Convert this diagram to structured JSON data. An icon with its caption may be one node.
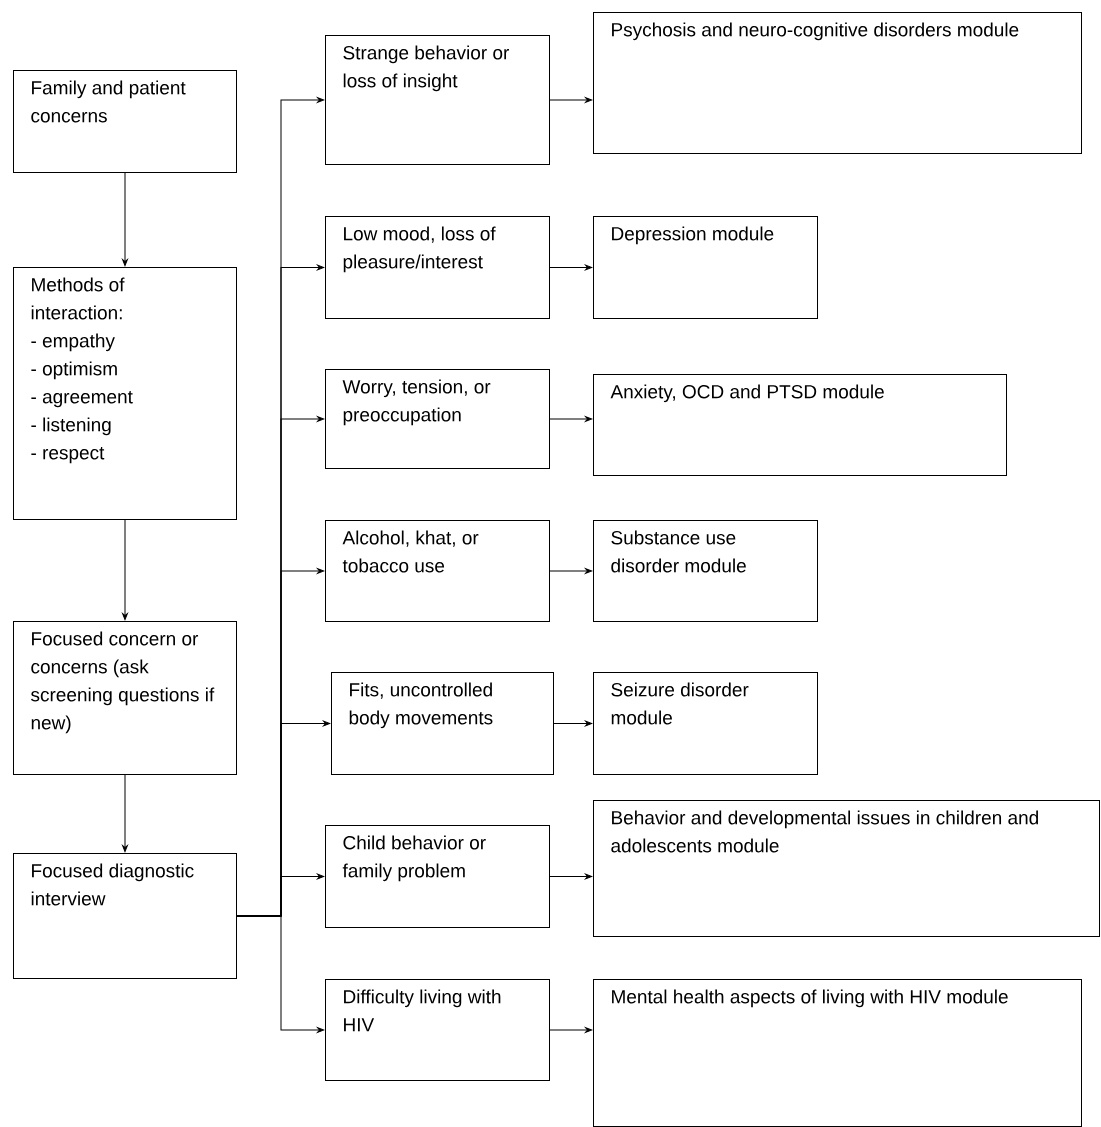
{
  "diagram": {
    "nodes": [
      {
        "text": [
          "Family and patient concerns"
        ]
      },
      {
        "text": [
          "Methods of interaction:",
          "- empathy",
          "- optimism",
          "- agreement",
          "- listening",
          "- respect"
        ]
      },
      {
        "text": [
          "Focused concern or concerns (ask screening questions if new)"
        ]
      },
      {
        "text": [
          "Focused diagnostic interview"
        ]
      },
      {
        "text": [
          "Strange behavior or loss of insight"
        ]
      },
      {
        "text": [
          "Psychosis and neuro-cognitive disorders module"
        ]
      },
      {
        "text": [
          "Low mood, loss of pleasure/interest"
        ]
      },
      {
        "text": [
          "Depression module"
        ]
      },
      {
        "text": [
          "Worry, tension, or preoccupation"
        ]
      },
      {
        "text": [
          "Anxiety, OCD and PTSD module"
        ]
      },
      {
        "text": [
          "Alcohol, khat, or tobacco use"
        ]
      },
      {
        "text": [
          "Substance use disorder module"
        ]
      },
      {
        "text": [
          "Fits, uncontrolled body movements"
        ]
      },
      {
        "text": [
          "Seizure disorder module"
        ]
      },
      {
        "text": [
          "Child behavior or family problem"
        ]
      },
      {
        "text": [
          "Behavior and developmental issues in children and adolescents module"
        ]
      },
      {
        "text": [
          "Difficulty living with HIV"
        ]
      },
      {
        "text": [
          "Mental health aspects of living with HIV module"
        ]
      }
    ],
    "edges": [
      {
        "from": 0,
        "to": 1,
        "arrow": "to"
      },
      {
        "from": 1,
        "to": 2,
        "arrow": "to"
      },
      {
        "from": 2,
        "to": 3,
        "arrow": "to"
      },
      {
        "from": 3,
        "to": 4,
        "arrow": "to"
      },
      {
        "from": 3,
        "to": 6,
        "arrow": "to"
      },
      {
        "from": 3,
        "to": 8,
        "arrow": "to"
      },
      {
        "from": 3,
        "to": 10,
        "arrow": "to"
      },
      {
        "from": 3,
        "to": 12,
        "arrow": "to"
      },
      {
        "from": 3,
        "to": 14,
        "arrow": "to"
      },
      {
        "from": 3,
        "to": 16,
        "arrow": "to"
      },
      {
        "from": 4,
        "to": 5,
        "arrow": "to"
      },
      {
        "from": 6,
        "to": 7,
        "arrow": "to"
      },
      {
        "from": 8,
        "to": 9,
        "arrow": "to"
      },
      {
        "from": 10,
        "to": 11,
        "arrow": "to"
      },
      {
        "from": 12,
        "to": 13,
        "arrow": "to"
      },
      {
        "from": 14,
        "to": 15,
        "arrow": "to"
      },
      {
        "from": 16,
        "to": 17,
        "arrow": "to"
      }
    ]
  }
}
